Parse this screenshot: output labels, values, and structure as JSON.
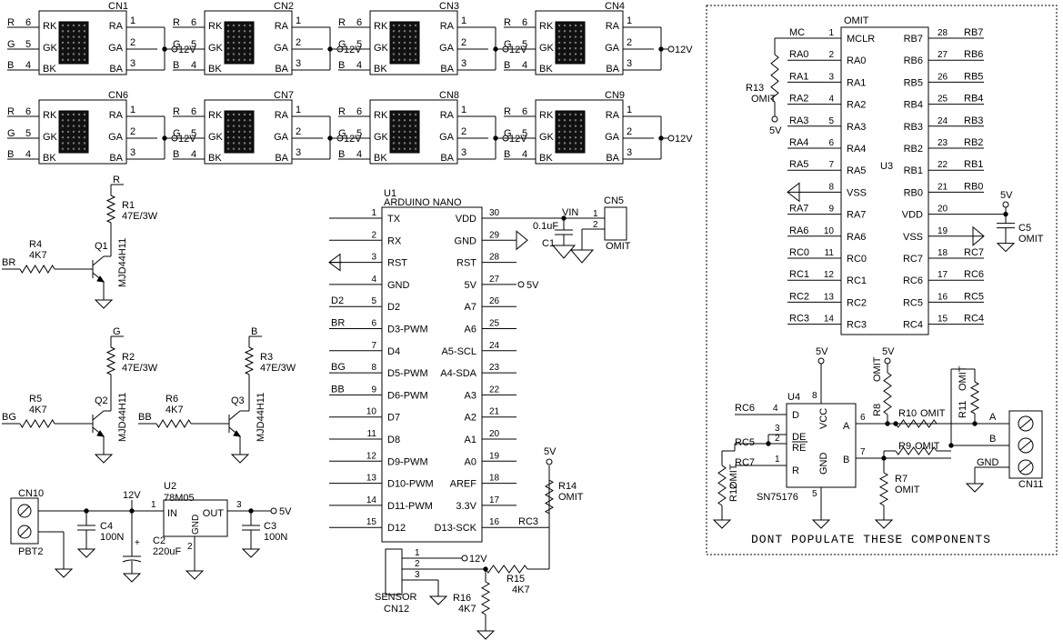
{
  "connectors": [
    {
      "ref": "CN1",
      "left": [
        "R",
        "G",
        "B"
      ],
      "right": "12V"
    },
    {
      "ref": "CN2",
      "left": [
        "R",
        "G",
        "B"
      ],
      "right": "12V"
    },
    {
      "ref": "CN3",
      "left": [
        "R",
        "G",
        "B"
      ],
      "right": "12V"
    },
    {
      "ref": "CN4",
      "left": [
        "R",
        "G",
        "B"
      ],
      "right": "12V"
    },
    {
      "ref": "CN6",
      "left": [
        "R",
        "G",
        "B"
      ],
      "right": "12V"
    },
    {
      "ref": "CN7",
      "left": [
        "R",
        "G",
        "B"
      ],
      "right": "12V"
    },
    {
      "ref": "CN8",
      "left": [
        "R",
        "G",
        "B"
      ],
      "right": "12V"
    },
    {
      "ref": "CN9",
      "left": [
        "R",
        "G",
        "B"
      ],
      "right": "12V"
    }
  ],
  "led_pins": {
    "left_nums": [
      "6",
      "5",
      "4"
    ],
    "left_names": [
      "RK",
      "GK",
      "BK"
    ],
    "right_names": [
      "RA",
      "GA",
      "BA"
    ],
    "right_nums": [
      "1",
      "2",
      "3"
    ]
  },
  "drivers": {
    "q1": {
      "ref": "Q1",
      "part": "MJD44H11",
      "net": "R",
      "r_top": "R1",
      "r_top_val": "47E/3W",
      "r_base": "R4",
      "r_base_val": "4K7",
      "in": "BR"
    },
    "q2": {
      "ref": "Q2",
      "part": "MJD44H11",
      "net": "G",
      "r_top": "R2",
      "r_top_val": "47E/3W",
      "r_base": "R5",
      "r_base_val": "4K7",
      "in": "BG"
    },
    "q3": {
      "ref": "Q3",
      "part": "MJD44H11",
      "net": "B",
      "r_top": "R3",
      "r_top_val": "47E/3W",
      "r_base": "R6",
      "r_base_val": "4K7",
      "in": "BB"
    }
  },
  "u1": {
    "ref": "U1",
    "part": "ARDUINO NANO",
    "left": [
      [
        "1",
        "TX",
        ""
      ],
      [
        "2",
        "RX",
        ""
      ],
      [
        "3",
        "RST",
        ""
      ],
      [
        "4",
        "GND",
        ""
      ],
      [
        "5",
        "D2",
        "D2"
      ],
      [
        "6",
        "D3-PWM",
        "BR"
      ],
      [
        "7",
        "D4",
        ""
      ],
      [
        "8",
        "D5-PWM",
        "BG"
      ],
      [
        "9",
        "D6-PWM",
        "BB"
      ],
      [
        "10",
        "D7",
        ""
      ],
      [
        "11",
        "D8",
        ""
      ],
      [
        "12",
        "D9-PWM",
        ""
      ],
      [
        "13",
        "D10-PWM",
        ""
      ],
      [
        "14",
        "D11-PWM",
        ""
      ],
      [
        "15",
        "D12",
        ""
      ]
    ],
    "right": [
      [
        "30",
        "VDD",
        "VIN"
      ],
      [
        "29",
        "GND",
        ""
      ],
      [
        "28",
        "RST",
        ""
      ],
      [
        "27",
        "5V",
        "5V"
      ],
      [
        "26",
        "A7",
        ""
      ],
      [
        "25",
        "A6",
        ""
      ],
      [
        "24",
        "A5-SCL",
        ""
      ],
      [
        "23",
        "A4-SDA",
        ""
      ],
      [
        "22",
        "A3",
        ""
      ],
      [
        "21",
        "A2",
        ""
      ],
      [
        "20",
        "A1",
        ""
      ],
      [
        "19",
        "A0",
        ""
      ],
      [
        "18",
        "AREF",
        ""
      ],
      [
        "17",
        "3.3V",
        ""
      ],
      [
        "16",
        "D13-SCK",
        "RC3"
      ]
    ]
  },
  "cn5": {
    "ref": "CN5",
    "note": "OMIT",
    "pins": [
      "1",
      "2"
    ],
    "c1": "C1",
    "c1_val": "0.1uF",
    "net": "VIN"
  },
  "u3": {
    "ref": "U3",
    "note": "OMIT",
    "left": [
      [
        "1",
        "MCLR",
        "MC"
      ],
      [
        "2",
        "RA0",
        "RA0"
      ],
      [
        "3",
        "RA1",
        "RA1"
      ],
      [
        "4",
        "RA2",
        "RA2"
      ],
      [
        "5",
        "RA3",
        "RA3"
      ],
      [
        "6",
        "RA4",
        "RA4"
      ],
      [
        "7",
        "RA5",
        "RA5"
      ],
      [
        "8",
        "VSS",
        ""
      ],
      [
        "9",
        "RA7",
        "RA7"
      ],
      [
        "10",
        "RA6",
        "RA6"
      ],
      [
        "11",
        "RC0",
        "RC0"
      ],
      [
        "12",
        "RC1",
        "RC1"
      ],
      [
        "13",
        "RC2",
        "RC2"
      ],
      [
        "14",
        "RC3",
        "RC3"
      ]
    ],
    "right": [
      [
        "28",
        "RB7",
        "RB7"
      ],
      [
        "27",
        "RB6",
        "RB6"
      ],
      [
        "26",
        "RB5",
        "RB5"
      ],
      [
        "25",
        "RB4",
        "RB4"
      ],
      [
        "24",
        "RB3",
        "RB3"
      ],
      [
        "23",
        "RB2",
        "RB2"
      ],
      [
        "22",
        "RB1",
        "RB1"
      ],
      [
        "21",
        "RB0",
        "RB0"
      ],
      [
        "20",
        "VDD",
        ""
      ],
      [
        "19",
        "VSS",
        ""
      ],
      [
        "18",
        "RC7",
        "RC7"
      ],
      [
        "17",
        "RC6",
        "RC6"
      ],
      [
        "16",
        "RC5",
        "RC5"
      ],
      [
        "15",
        "RC4",
        "RC4"
      ]
    ],
    "r13": "R13",
    "r13_val": "OMIT",
    "c5": "C5",
    "c5_val": "OMIT",
    "v5": "5V"
  },
  "u4": {
    "ref": "U4",
    "part": "SN75176",
    "pins": {
      "d": "D",
      "de": "DE",
      "re": "RE",
      "r": "R",
      "vcc": "VCC",
      "gnd": "GND",
      "a": "A",
      "b": "B"
    },
    "nums": [
      "4",
      "3",
      "2",
      "1",
      "8",
      "5",
      "6",
      "7"
    ],
    "nets": {
      "rc6": "RC6",
      "rc5": "RC5",
      "rc7": "RC7"
    },
    "r8": "R8",
    "r8_val": "OMIT",
    "r10": "R10",
    "r10_val": "OMIT",
    "r9": "R9",
    "r9_val": "OMIT",
    "r11": "R11",
    "r11_val": "OMIT",
    "r7": "R7",
    "r7_val": "OMIT",
    "r12": "R12",
    "r12_val": "OMIT",
    "v5": "5V",
    "cn11": "CN11",
    "term_a": "A",
    "term_b": "B",
    "term_gnd": "GND"
  },
  "power": {
    "cn10": "CN10",
    "pbt2": "PBT2",
    "v12": "12V",
    "c4": "C4",
    "c4_val": "100N",
    "c2": "C2",
    "c2_val": "220uF",
    "u2": "U2",
    "u2_part": "78M05",
    "pin_in": "IN",
    "pin_out": "OUT",
    "pin_gnd": "GND",
    "n1": "1",
    "n2": "2",
    "n3": "3",
    "v5": "5V",
    "c3": "C3",
    "c3_val": "100N",
    "plus": "+"
  },
  "sensor": {
    "cn12": "CN12",
    "label": "SENSOR",
    "pins": [
      "1",
      "2",
      "3"
    ],
    "v12": "12V",
    "r15": "R15",
    "r15_val": "4K7",
    "r16": "R16",
    "r16_val": "4K7",
    "v5": "5V",
    "r14": "R14",
    "r14_val": "OMIT",
    "rc3": "RC3"
  },
  "note": "DONT  POPULATE  THESE  COMPONENTS"
}
